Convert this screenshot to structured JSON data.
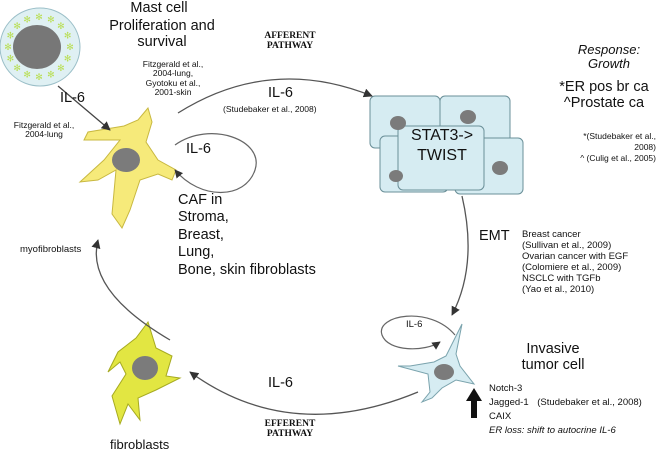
{
  "colors": {
    "mast_cell_fill": "#dff0f3",
    "mast_cell_nucleus": "#777777",
    "granules": "#b8de52",
    "myofibroblast": "#f6ea7a",
    "fibroblast": "#e2e642",
    "tumor_cells": "#d6ecf2",
    "nucleus": "#7b7b7b",
    "arrows": "#555555",
    "up_arrow": "#111111"
  },
  "icons": [
    "mast-cell-icon",
    "myofibroblast-cell-icon",
    "tumor-cell-cluster-icon",
    "invasive-tumor-cell-icon",
    "fibroblast-cell-icon",
    "up-arrow-icon"
  ],
  "mast_cell": {
    "title": "Mast cell",
    "subtitle": "Proliferation and\nsurvival",
    "ref": "Fitzgerald et al.,\n2004-lung,\nGyotoku et al.,\n2001-skin"
  },
  "left_il6": {
    "label": "IL-6",
    "ref": "Fitzgerald et al.,\n2004-lung"
  },
  "afferent_label": "AFFERENT\nPATHWAY",
  "efferent_label": "EFFERENT\nPATHWAY",
  "afferent_il6": {
    "label": "IL-6",
    "ref": "(Studebaker et al., 2008)"
  },
  "autocrine_caf_label": "IL-6",
  "caf_text": "CAF in\nStroma,\nBreast,\nLung,\nBone, skin fibroblasts",
  "myofibroblasts_label": "myofibroblasts",
  "fibroblasts_label": "fibroblasts",
  "tumor_label": "STAT3->\nTWIST",
  "response": {
    "title": "Response:\nGrowth",
    "items": "*ER pos br ca\n^Prostate ca",
    "refs": "*(Studebaker et al.,\n2008)\n^ (Culig et al., 2005)"
  },
  "emt": {
    "label": "EMT",
    "refs": "Breast cancer\n(Sullivan et al., 2009)\nOvarian cancer with EGF\n(Colomiere et al., 2009)\nNSCLC with TGFb\n(Yao et al., 2010)"
  },
  "invasive_il6": "IL-6",
  "invasive_label": "Invasive\ntumor cell",
  "efferent_il6": "IL-6",
  "markers": {
    "notch": "Notch-3",
    "jagged": "Jagged-1",
    "jagged_ref": "(Studebaker et al., 2008)",
    "caix": "CAIX",
    "er_loss": "ER loss: shift to autocrine IL-6"
  }
}
